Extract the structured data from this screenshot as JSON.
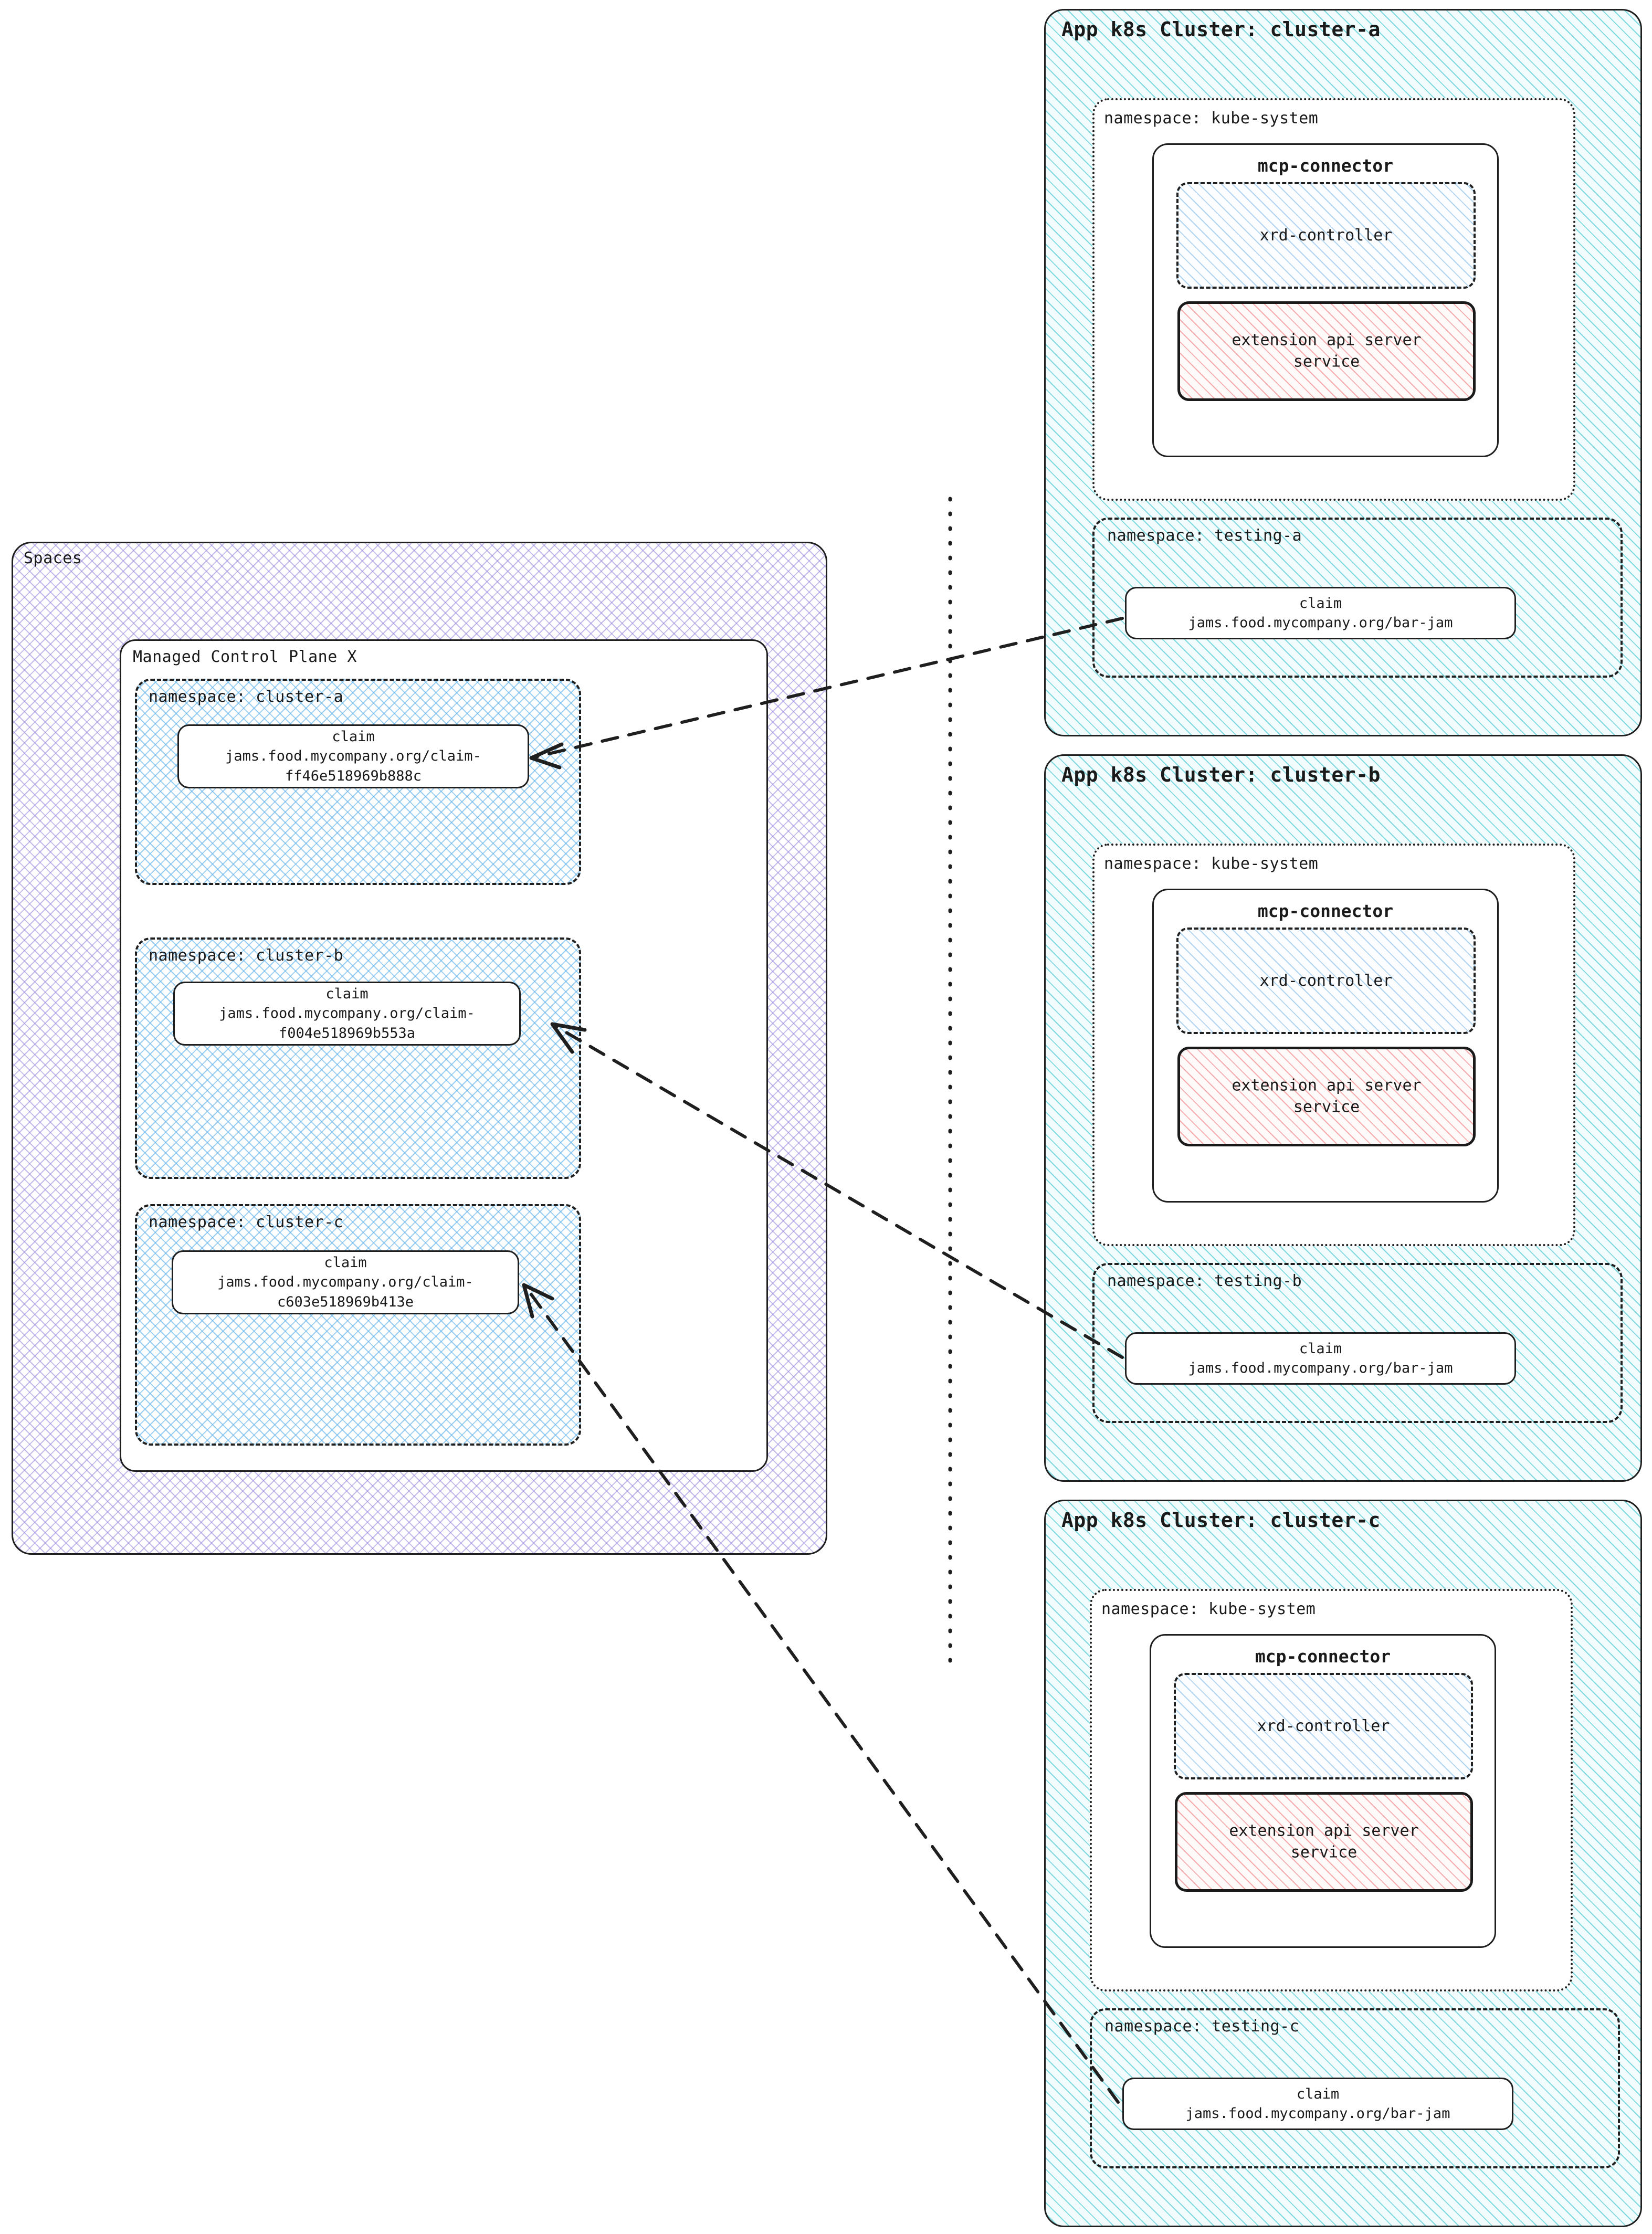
{
  "diagram": {
    "type": "architecture-diagram",
    "style": "hand-drawn-sketch",
    "colors": {
      "stroke": "#1f1f1f",
      "spaces_hatch": "#9682dc",
      "control_plane_namespace_hatch": "#64b4eb",
      "cluster_hatch": "#5acdd7",
      "xrd_controller_hatch": "#82b9eb",
      "extension_api_hatch": "#f07878",
      "background": "#ffffff"
    }
  },
  "spaces": {
    "label": "Spaces",
    "control_plane": {
      "label": "Managed Control Plane X",
      "namespaces": [
        {
          "label": "namespace: cluster-a",
          "claim": {
            "kind_label": "claim",
            "ref": "jams.food.mycompany.org/claim-ff46e518969b888c"
          }
        },
        {
          "label": "namespace: cluster-b",
          "claim": {
            "kind_label": "claim",
            "ref": "jams.food.mycompany.org/claim-f004e518969b553a"
          }
        },
        {
          "label": "namespace: cluster-c",
          "claim": {
            "kind_label": "claim",
            "ref": "jams.food.mycompany.org/claim-c603e518969b413e"
          }
        }
      ]
    }
  },
  "clusters": [
    {
      "title": "App k8s Cluster: cluster-a",
      "kube_system": {
        "label": "namespace: kube-system",
        "mcp_connector": {
          "title": "mcp-connector",
          "xrd_controller": {
            "label": "xrd-controller"
          },
          "extension_api": {
            "label_line1": "extension api server",
            "label_line2": "service"
          }
        }
      },
      "testing_namespace": {
        "label": "namespace: testing-a",
        "claim": {
          "kind_label": "claim",
          "ref": "jams.food.mycompany.org/bar-jam"
        }
      }
    },
    {
      "title": "App k8s Cluster: cluster-b",
      "kube_system": {
        "label": "namespace: kube-system",
        "mcp_connector": {
          "title": "mcp-connector",
          "xrd_controller": {
            "label": "xrd-controller"
          },
          "extension_api": {
            "label_line1": "extension api server",
            "label_line2": "service"
          }
        }
      },
      "testing_namespace": {
        "label": "namespace: testing-b",
        "claim": {
          "kind_label": "claim",
          "ref": "jams.food.mycompany.org/bar-jam"
        }
      }
    },
    {
      "title": "App k8s Cluster: cluster-c",
      "kube_system": {
        "label": "namespace: kube-system",
        "mcp_connector": {
          "title": "mcp-connector",
          "xrd_controller": {
            "label": "xrd-controller"
          },
          "extension_api": {
            "label_line1": "extension api server",
            "label_line2": "service"
          }
        }
      },
      "testing_namespace": {
        "label": "namespace: testing-c",
        "claim": {
          "kind_label": "claim",
          "ref": "jams.food.mycompany.org/bar-jam"
        }
      }
    }
  ],
  "connectors": {
    "divider": {
      "orientation": "vertical",
      "style": "dotted"
    },
    "links": [
      {
        "from": "testing-a claim",
        "to": "cluster-a claim",
        "style": "dashed",
        "arrow": "single"
      },
      {
        "from": "testing-b claim",
        "to": "cluster-b claim",
        "style": "dashed",
        "arrow": "single"
      },
      {
        "from": "testing-c claim",
        "to": "cluster-c claim",
        "style": "dashed",
        "arrow": "single"
      }
    ]
  }
}
